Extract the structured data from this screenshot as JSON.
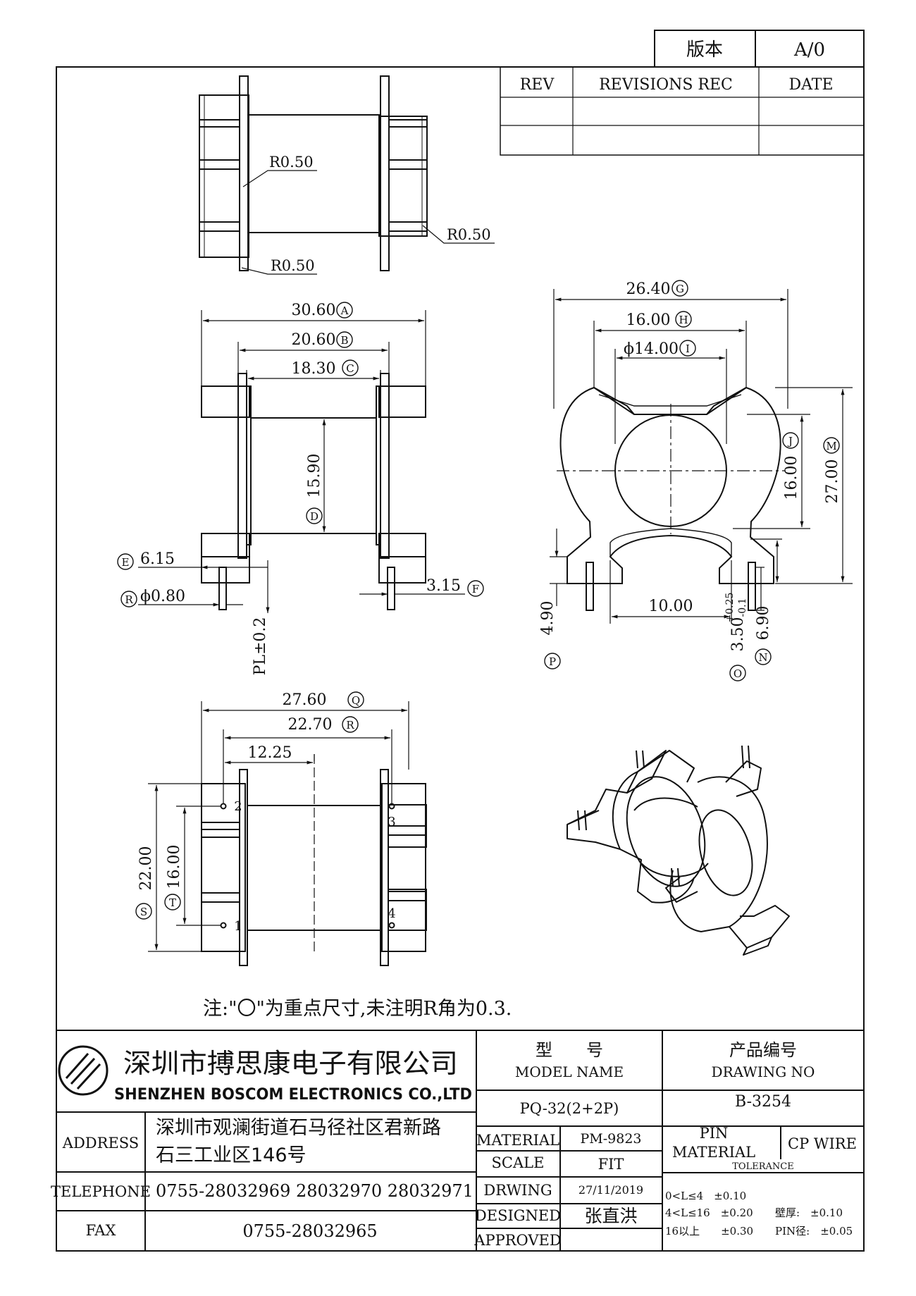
{
  "version_box": {
    "label": "版本",
    "value": "A/0"
  },
  "revision_table": {
    "headers": [
      "REV",
      "REVISIONS REC",
      "DATE"
    ],
    "rows": [
      [
        "",
        "",
        ""
      ],
      [
        "",
        "",
        ""
      ]
    ]
  },
  "top_view": {
    "radius_labels": [
      "R0.50",
      "R0.50",
      "R0.50"
    ]
  },
  "front_view": {
    "dims": {
      "A": "30.60",
      "B": "20.60",
      "C": "18.30",
      "D": "15.90",
      "E": "6.15",
      "F": "3.15",
      "R": "ϕ0.80",
      "PL": "PL±0.2"
    },
    "markers": {
      "A": "A",
      "B": "B",
      "C": "C",
      "D": "D",
      "E": "E",
      "F": "F",
      "R": "R"
    }
  },
  "side_view": {
    "dims": {
      "G": "26.40",
      "H": "16.00",
      "I": "ϕ14.00",
      "J": "16.00",
      "M": "27.00",
      "K": "10.00",
      "P": "4.90",
      "O_nom": "3.50",
      "O_tol_up": "+0.25",
      "O_tol_dn": "-0.1",
      "N": "6.90"
    },
    "markers": {
      "G": "G",
      "H": "H",
      "I": "I",
      "J": "J",
      "M": "M",
      "P": "P",
      "O": "O",
      "N": "N"
    }
  },
  "bottom_view": {
    "dims": {
      "Q": "27.60",
      "R": "22.70",
      "mid": "12.25",
      "S": "22.00",
      "T": "16.00"
    },
    "markers": {
      "Q": "Q",
      "R": "R",
      "S": "S",
      "T": "T"
    },
    "pins": [
      "1",
      "2",
      "3",
      "4"
    ]
  },
  "note": "注:\"〇\"为重点尺寸,未注明R角为0.3.",
  "title_block": {
    "company_cn": "深圳市搏思康电子有限公司",
    "company_en": "SHENZHEN BOSCOM ELECTRONICS CO.,LTD",
    "address_label": "ADDRESS",
    "address_line1": "深圳市观澜街道石马径社区君新路",
    "address_line2": "石三工业区146号",
    "telephone_label": "TELEPHONE",
    "telephone": "0755-28032969 28032970 28032971",
    "fax_label": "FAX",
    "fax": "0755-28032965",
    "model_name_cn": "型　　号",
    "model_name_en": "MODEL NAME",
    "model_name": "PQ-32(2+2P)",
    "drawing_no_cn": "产品编号",
    "drawing_no_en": "DRAWING NO",
    "drawing_no": "B-3254",
    "material_label": "MATERIAL",
    "material": "PM-9823",
    "scale_label": "SCALE",
    "scale": "FIT",
    "drawing_label": "DRWING",
    "drawing_date": "27/11/2019",
    "designed_label": "DESIGNED",
    "designed": "张直洪",
    "approved_label": "APPROVED",
    "approved": "",
    "pin_material_label_1": "PIN",
    "pin_material_label_2": "MATERIAL",
    "pin_material": "CP WIRE",
    "tolerance_label": "TOLERANCE",
    "tol_1": "0<L≤4　±0.10",
    "tol_2": "4<L≤16　±0.20",
    "tol_3": "16以上　　±0.30",
    "tol_wall": "壁厚:　±0.10",
    "tol_pin": "PIN径:　±0.05"
  },
  "colors": {
    "line": "#111111",
    "paper": "#ffffff"
  }
}
